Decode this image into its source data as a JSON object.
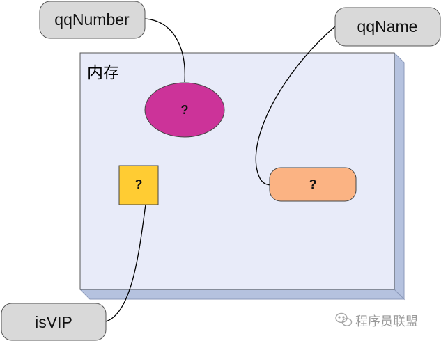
{
  "memory": {
    "title": "内存"
  },
  "labels": {
    "qq_number": "qqNumber",
    "qq_name": "qqName",
    "is_vip": "isVIP"
  },
  "values": {
    "qq_number_value": "?",
    "qq_name_value": "?",
    "is_vip_value": "?"
  },
  "watermark": {
    "text": "程序员联盟",
    "icon": "wechat-icon"
  },
  "colors": {
    "memory_fill": "#e8ebf9",
    "memory_side": "#b5c2df",
    "ellipse_fill": "#cc3399",
    "square_fill": "#ffcc33",
    "rounded_fill": "#fbb383",
    "pill_fill": "#d9d9d9"
  }
}
